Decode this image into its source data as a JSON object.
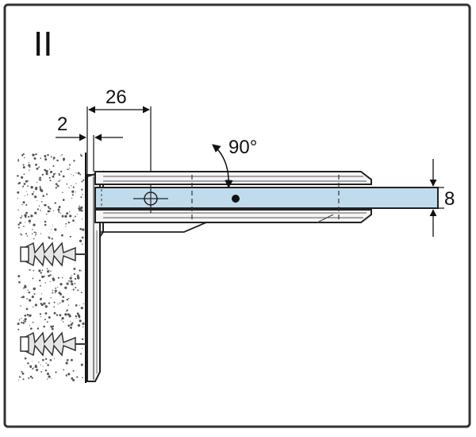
{
  "panel": {
    "label": "II"
  },
  "dimensions": {
    "wall_gap": "2",
    "bracket_depth": "26",
    "glass_angle": "90°",
    "glass_thickness": "8"
  },
  "colors": {
    "frame": "#333333",
    "glass": "#c0dbec",
    "wall_speckle": "#555555",
    "line": "#111111"
  }
}
